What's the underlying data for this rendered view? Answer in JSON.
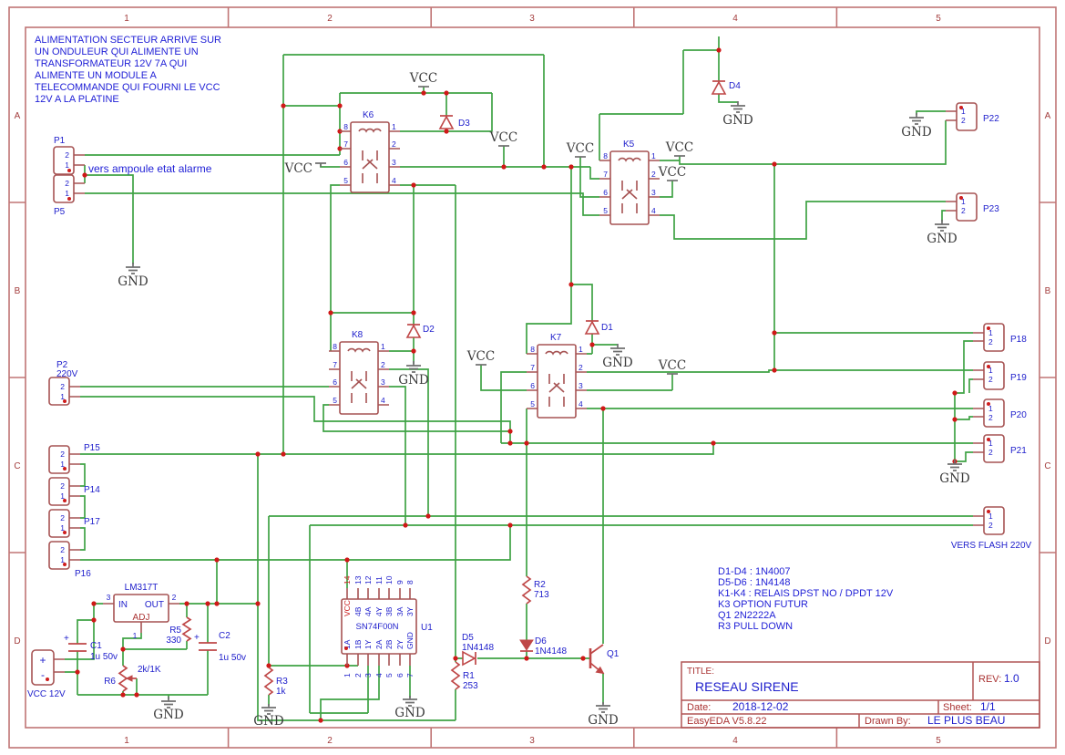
{
  "border": {
    "cols": [
      "1",
      "2",
      "3",
      "4",
      "5"
    ],
    "rows": [
      "A",
      "B",
      "C",
      "D"
    ]
  },
  "note": {
    "l1": "ALIMENTATION SECTEUR ARRIVE SUR",
    "l2": "UN ONDULEUR QUI ALIMENTE UN",
    "l3": "TRANSFORMATEUR 12V 7A QUI",
    "l4": "ALIMENTE UN MODULE A",
    "l5": "TELECOMMANDE QUI FOURNI LE VCC",
    "l6": " 12V A LA PLATINE"
  },
  "notes2": {
    "l1": "D1-D4 : 1N4007",
    "l2": "D5-D6 : 1N4148",
    "l3": "K1-K4 : RELAIS DPST NO / DPDT 12V",
    "l4": "K3 OPTION FUTUR",
    "l5": "Q1 2N2222A",
    "l6": "R3 PULL DOWN"
  },
  "net": {
    "vcc": "VCC",
    "gnd": "GND"
  },
  "ann": {
    "ampoule": "vers ampoule etat alarme",
    "flash": "VERS FLASH 220V",
    "supply": "VCC 12V",
    "plus": "+",
    "minus": "-"
  },
  "relay": {
    "k5": "K5",
    "k6": "K6",
    "k7": "K7",
    "k8": "K8",
    "pl": [
      "8",
      "7",
      "6",
      "5"
    ],
    "pr": [
      "1",
      "2",
      "3",
      "4"
    ]
  },
  "diode": {
    "d1": "D1",
    "d2": "D2",
    "d3": "D3",
    "d4": "D4",
    "d5": "D5",
    "d5v": "1N4148",
    "d6": "D6",
    "d6v": "1N4148"
  },
  "res": {
    "r1": "R1",
    "r1v": "253",
    "r2": "R2",
    "r2v": "713",
    "r3": "R3",
    "r3v": "1k",
    "r5": "R5",
    "r5v": "330",
    "r6": "R6",
    "r6v": "2k/1K"
  },
  "cap": {
    "c1": "C1",
    "c1v": "1u 50v",
    "c2": "C2",
    "c2v": "1u 50v"
  },
  "q": {
    "q1": "Q1"
  },
  "u1": {
    "name": "SN74F00N",
    "ref": "U1",
    "tn": [
      "14",
      "13",
      "12",
      "11",
      "10",
      "9",
      "8"
    ],
    "tl": [
      "VCC",
      "4B",
      "4A",
      "4Y",
      "3B",
      "3A",
      "3Y"
    ],
    "bn": [
      "1",
      "2",
      "3",
      "4",
      "5",
      "6",
      "7"
    ],
    "bl": [
      "1A",
      "1B",
      "1Y",
      "2A",
      "2B",
      "2Y",
      "GND"
    ]
  },
  "reg": {
    "name": "LM317T",
    "in": "IN",
    "out": "OUT",
    "adj": "ADJ",
    "n3": "3",
    "n2": "2",
    "n1": "1"
  },
  "conn": {
    "p1": "P1",
    "p2": "P2",
    "p2v": "220V",
    "p5": "P5",
    "p14": "P14",
    "p15": "P15",
    "p16": "P16",
    "p17": "P17",
    "p18": "P18",
    "p19": "P19",
    "p20": "P20",
    "p21": "P21",
    "p22": "P22",
    "p23": "P23",
    "n1": "1",
    "n2": "2"
  },
  "tb": {
    "title_label": "TITLE:",
    "title": "RESEAU SIRENE",
    "rev_label": "REV:",
    "rev": "1.0",
    "date_label": "Date:",
    "date": "2018-12-02",
    "sheet_label": "Sheet:",
    "sheet": "1/1",
    "tool": "EasyEDA V5.8.22",
    "drawn_label": "Drawn By:",
    "drawn": "LE PLUS BEAU"
  },
  "colors": {
    "wire": "#3fa344",
    "component": "#a65353",
    "accent": "#bf4747",
    "text_blue": "#2020cc",
    "junction": "#d01818",
    "frame": "#c07575",
    "frame_text": "#a33c3c",
    "title_red": "#aa3333"
  }
}
